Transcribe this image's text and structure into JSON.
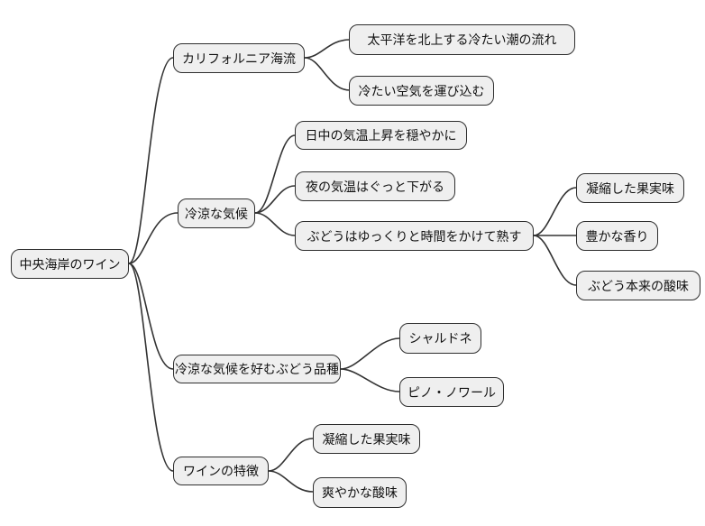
{
  "diagram": {
    "type": "mindmap",
    "root": {
      "label": "中央海岸のワイン",
      "children": [
        {
          "label": "カリフォルニア海流",
          "children": [
            {
              "label": "太平洋を北上する冷たい潮の流れ"
            },
            {
              "label": "冷たい空気を運び込む"
            }
          ]
        },
        {
          "label": "冷涼な気候",
          "children": [
            {
              "label": "日中の気温上昇を穏やかに"
            },
            {
              "label": "夜の気温はぐっと下がる"
            },
            {
              "label": "ぶどうはゆっくりと時間をかけて熟す",
              "children": [
                {
                  "label": "凝縮した果実味"
                },
                {
                  "label": "豊かな香り"
                },
                {
                  "label": "ぶどう本来の酸味"
                }
              ]
            }
          ]
        },
        {
          "label": "冷涼な気候を好むぶどう品種",
          "children": [
            {
              "label": "シャルドネ"
            },
            {
              "label": "ピノ・ノワール"
            }
          ]
        },
        {
          "label": "ワインの特徴",
          "children": [
            {
              "label": "凝縮した果実味"
            },
            {
              "label": "爽やかな酸味"
            }
          ]
        }
      ]
    },
    "colors": {
      "background": "#ffffff",
      "node_fill": "#efefef",
      "node_border": "#2e2e2e",
      "edge": "#333333",
      "text": "#111111"
    }
  }
}
